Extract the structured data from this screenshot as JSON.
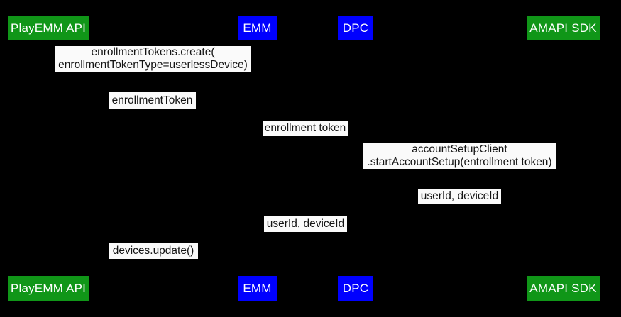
{
  "diagram": {
    "type": "sequence-diagram",
    "background": "#000000"
  },
  "colors": {
    "actor_green": "#109618",
    "actor_blue": "#0000ff",
    "actor_text": "#ffffff",
    "message_bg": "#fafafa",
    "message_text": "#141414",
    "background": "#000000"
  },
  "actors": [
    {
      "id": "playemm-api",
      "label": "PlayEMM API",
      "color": "#109618"
    },
    {
      "id": "emm",
      "label": "EMM",
      "color": "#0000ff"
    },
    {
      "id": "dpc",
      "label": "DPC",
      "color": "#0000ff"
    },
    {
      "id": "amapi-sdk",
      "label": "AMAPI SDK",
      "color": "#109618"
    }
  ],
  "messages": [
    {
      "id": "enrollment-tokens-create",
      "lines": [
        "enrollmentTokens.create(",
        "enrollmentTokenType=userlessDevice)"
      ]
    },
    {
      "id": "enrollment-token-return",
      "lines": [
        "enrollmentToken"
      ]
    },
    {
      "id": "enrollment-token-pass",
      "lines": [
        "enrollment token"
      ]
    },
    {
      "id": "start-account-setup",
      "lines": [
        "accountSetupClient",
        ".startAccountSetup(entrollment token)"
      ]
    },
    {
      "id": "userid-deviceid-return",
      "lines": [
        "userId, deviceId"
      ]
    },
    {
      "id": "userid-deviceid-pass",
      "lines": [
        "userId, deviceId"
      ]
    },
    {
      "id": "devices-update",
      "lines": [
        "devices.update()"
      ]
    }
  ]
}
